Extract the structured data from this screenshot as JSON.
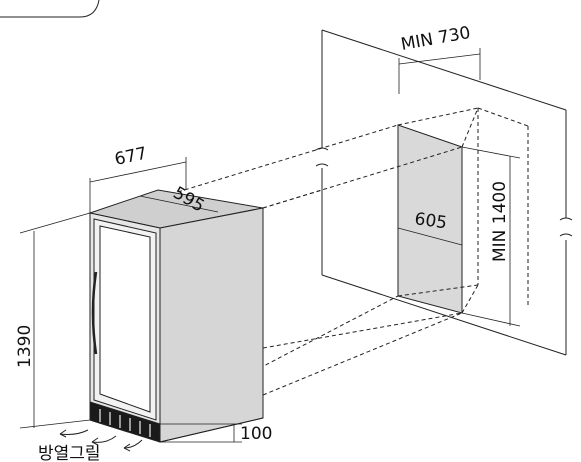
{
  "labels": {
    "min_width": "MIN 730",
    "min_height": "MIN 1400",
    "niche_depth": "605",
    "cabinet_depth": "677",
    "cabinet_width": "595",
    "cabinet_height": "1390",
    "bottom_gap": "100",
    "vent_grille": "방열그릴"
  },
  "colors": {
    "line": "#222222",
    "niche_fill": "#d9d9d9",
    "cabinet_front": "#e6e6e6",
    "cabinet_side": "#d6d6d6",
    "cabinet_top": "#cfcfcf",
    "glass": "#ffffff"
  }
}
